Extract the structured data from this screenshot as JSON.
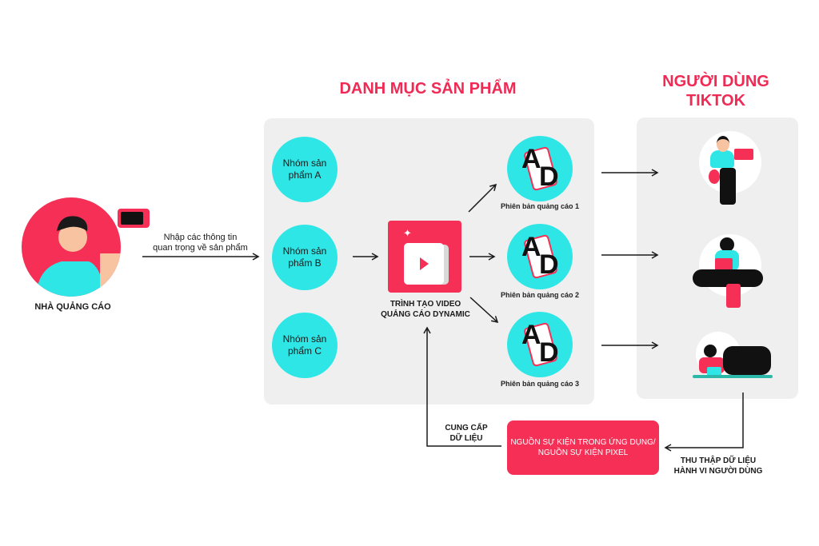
{
  "titles": {
    "catalog": "DANH MỤC SẢN PHẨM",
    "users_line1": "NGƯỜI DÙNG",
    "users_line2": "TIKTOK"
  },
  "advertiser": {
    "label": "NHÀ QUẢNG CÁO",
    "arrow_label_line1": "Nhập các thông tin",
    "arrow_label_line2": "quan trọng về sản phẩm"
  },
  "product_groups": [
    {
      "line1": "Nhóm sản",
      "line2": "phẩm A"
    },
    {
      "line1": "Nhóm sản",
      "line2": "phẩm B"
    },
    {
      "line1": "Nhóm sản",
      "line2": "phẩm C"
    }
  ],
  "generator": {
    "line1": "TRÌNH TẠO VIDEO",
    "line2": "QUẢNG CÁO DYNAMIC"
  },
  "ad_versions": [
    {
      "label": "Phiên bản quảng cáo 1"
    },
    {
      "label": "Phiên bản quảng cáo 2"
    },
    {
      "label": "Phiên bản quảng cáo 3"
    }
  ],
  "event_source": {
    "line1": "NGUỒN SỰ KIỆN TRONG ỨNG DỤNG/",
    "line2": "NGUỒN SỰ KIỆN PIXEL"
  },
  "provide_data": {
    "line1": "CUNG CẤP",
    "line2": "DỮ LIỆU"
  },
  "collect_data": {
    "line1": "THU THẬP DỮ LIỆU",
    "line2": "HÀNH VI NGƯỜI DÙNG"
  },
  "colors": {
    "accent_red": "#ee2a55",
    "cyan": "#2ee6e6",
    "panel": "#efefef"
  }
}
